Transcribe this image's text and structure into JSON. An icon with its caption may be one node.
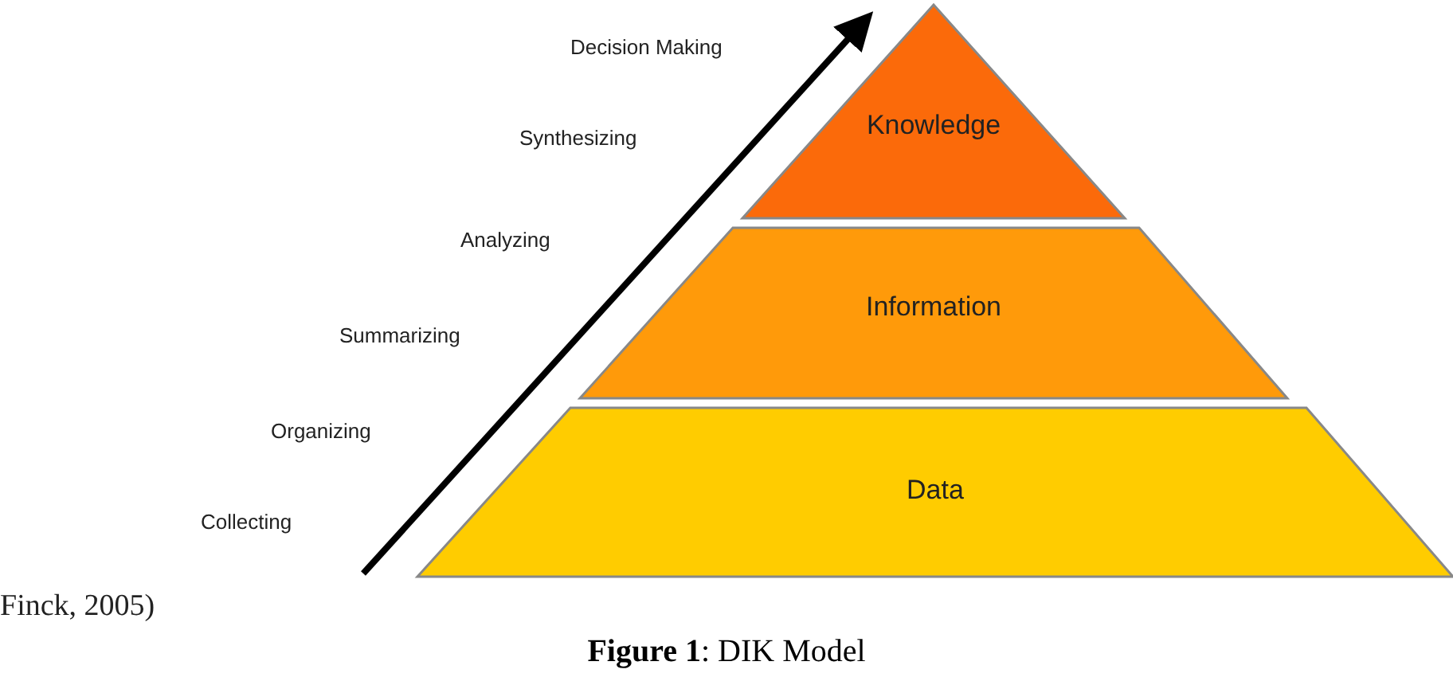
{
  "diagram": {
    "caption": "**Figure 1**: DIK Model",
    "nodes": [
      {
        "text": [
          "Knowledge"
        ]
      },
      {
        "text": [
          "Information"
        ]
      },
      {
        "text": [
          "Data"
        ]
      }
    ],
    "labels": [
      "Decision Making",
      "Synthesizing",
      "Analyzing",
      "Summarizing",
      "Organizing",
      "Collecting",
      "Finck, 2005)"
    ]
  }
}
